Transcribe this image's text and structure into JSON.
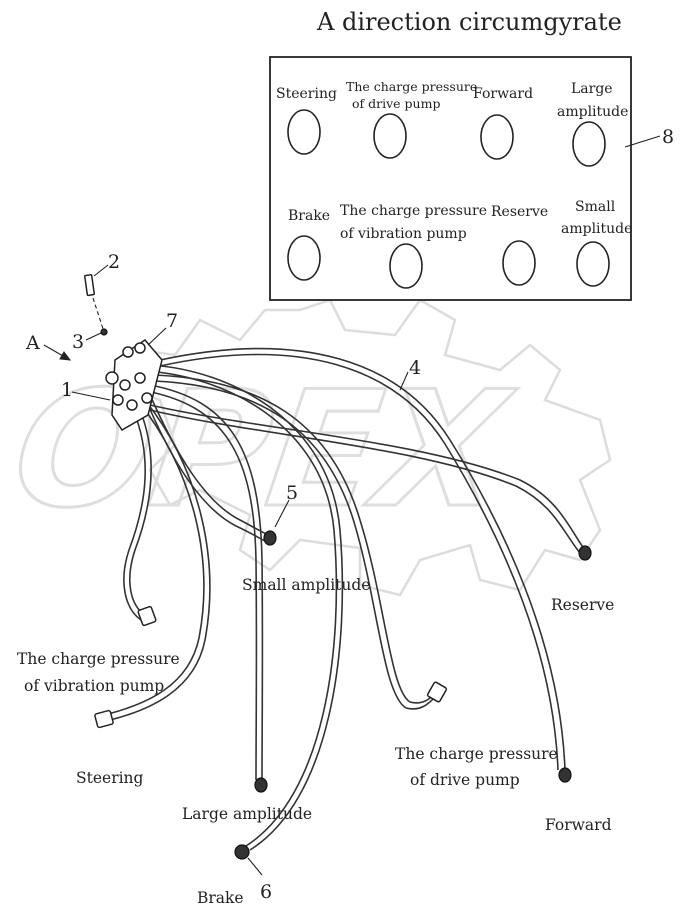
{
  "title": "A direction circumgyrate",
  "panel": {
    "gauges_top": [
      {
        "label_lines": [
          "Steering"
        ]
      },
      {
        "label_lines": [
          "The charge pressure",
          "of drive pump"
        ]
      },
      {
        "label_lines": [
          "Forward"
        ]
      },
      {
        "label_lines": [
          "Large",
          "amplitude"
        ]
      }
    ],
    "gauges_bottom": [
      {
        "label_lines": [
          "Brake"
        ]
      },
      {
        "label_lines": [
          "The charge pressure",
          "of vibration pump"
        ]
      },
      {
        "label_lines": [
          "Reserve"
        ]
      },
      {
        "label_lines": [
          "Small",
          "amplitude"
        ]
      }
    ]
  },
  "callouts": {
    "n1": "1",
    "n2": "2",
    "n3": "3",
    "n4": "4",
    "n5": "5",
    "n6": "6",
    "n7": "7",
    "n8": "8",
    "view_a": "A"
  },
  "hose_labels": {
    "small_amplitude": "Small amplitude",
    "reserve": "Reserve",
    "vibration_line1": "The charge pressure",
    "vibration_line2": "of vibration pump",
    "steering": "Steering",
    "drive_line1": "The charge pressure",
    "drive_line2": "of drive pump",
    "large_amplitude": "Large amplitude",
    "forward": "Forward",
    "brake": "Brake"
  },
  "watermark": "OPEX",
  "colors": {
    "line": "#222222",
    "watermark": "#dcdcdc",
    "background": "#ffffff"
  }
}
